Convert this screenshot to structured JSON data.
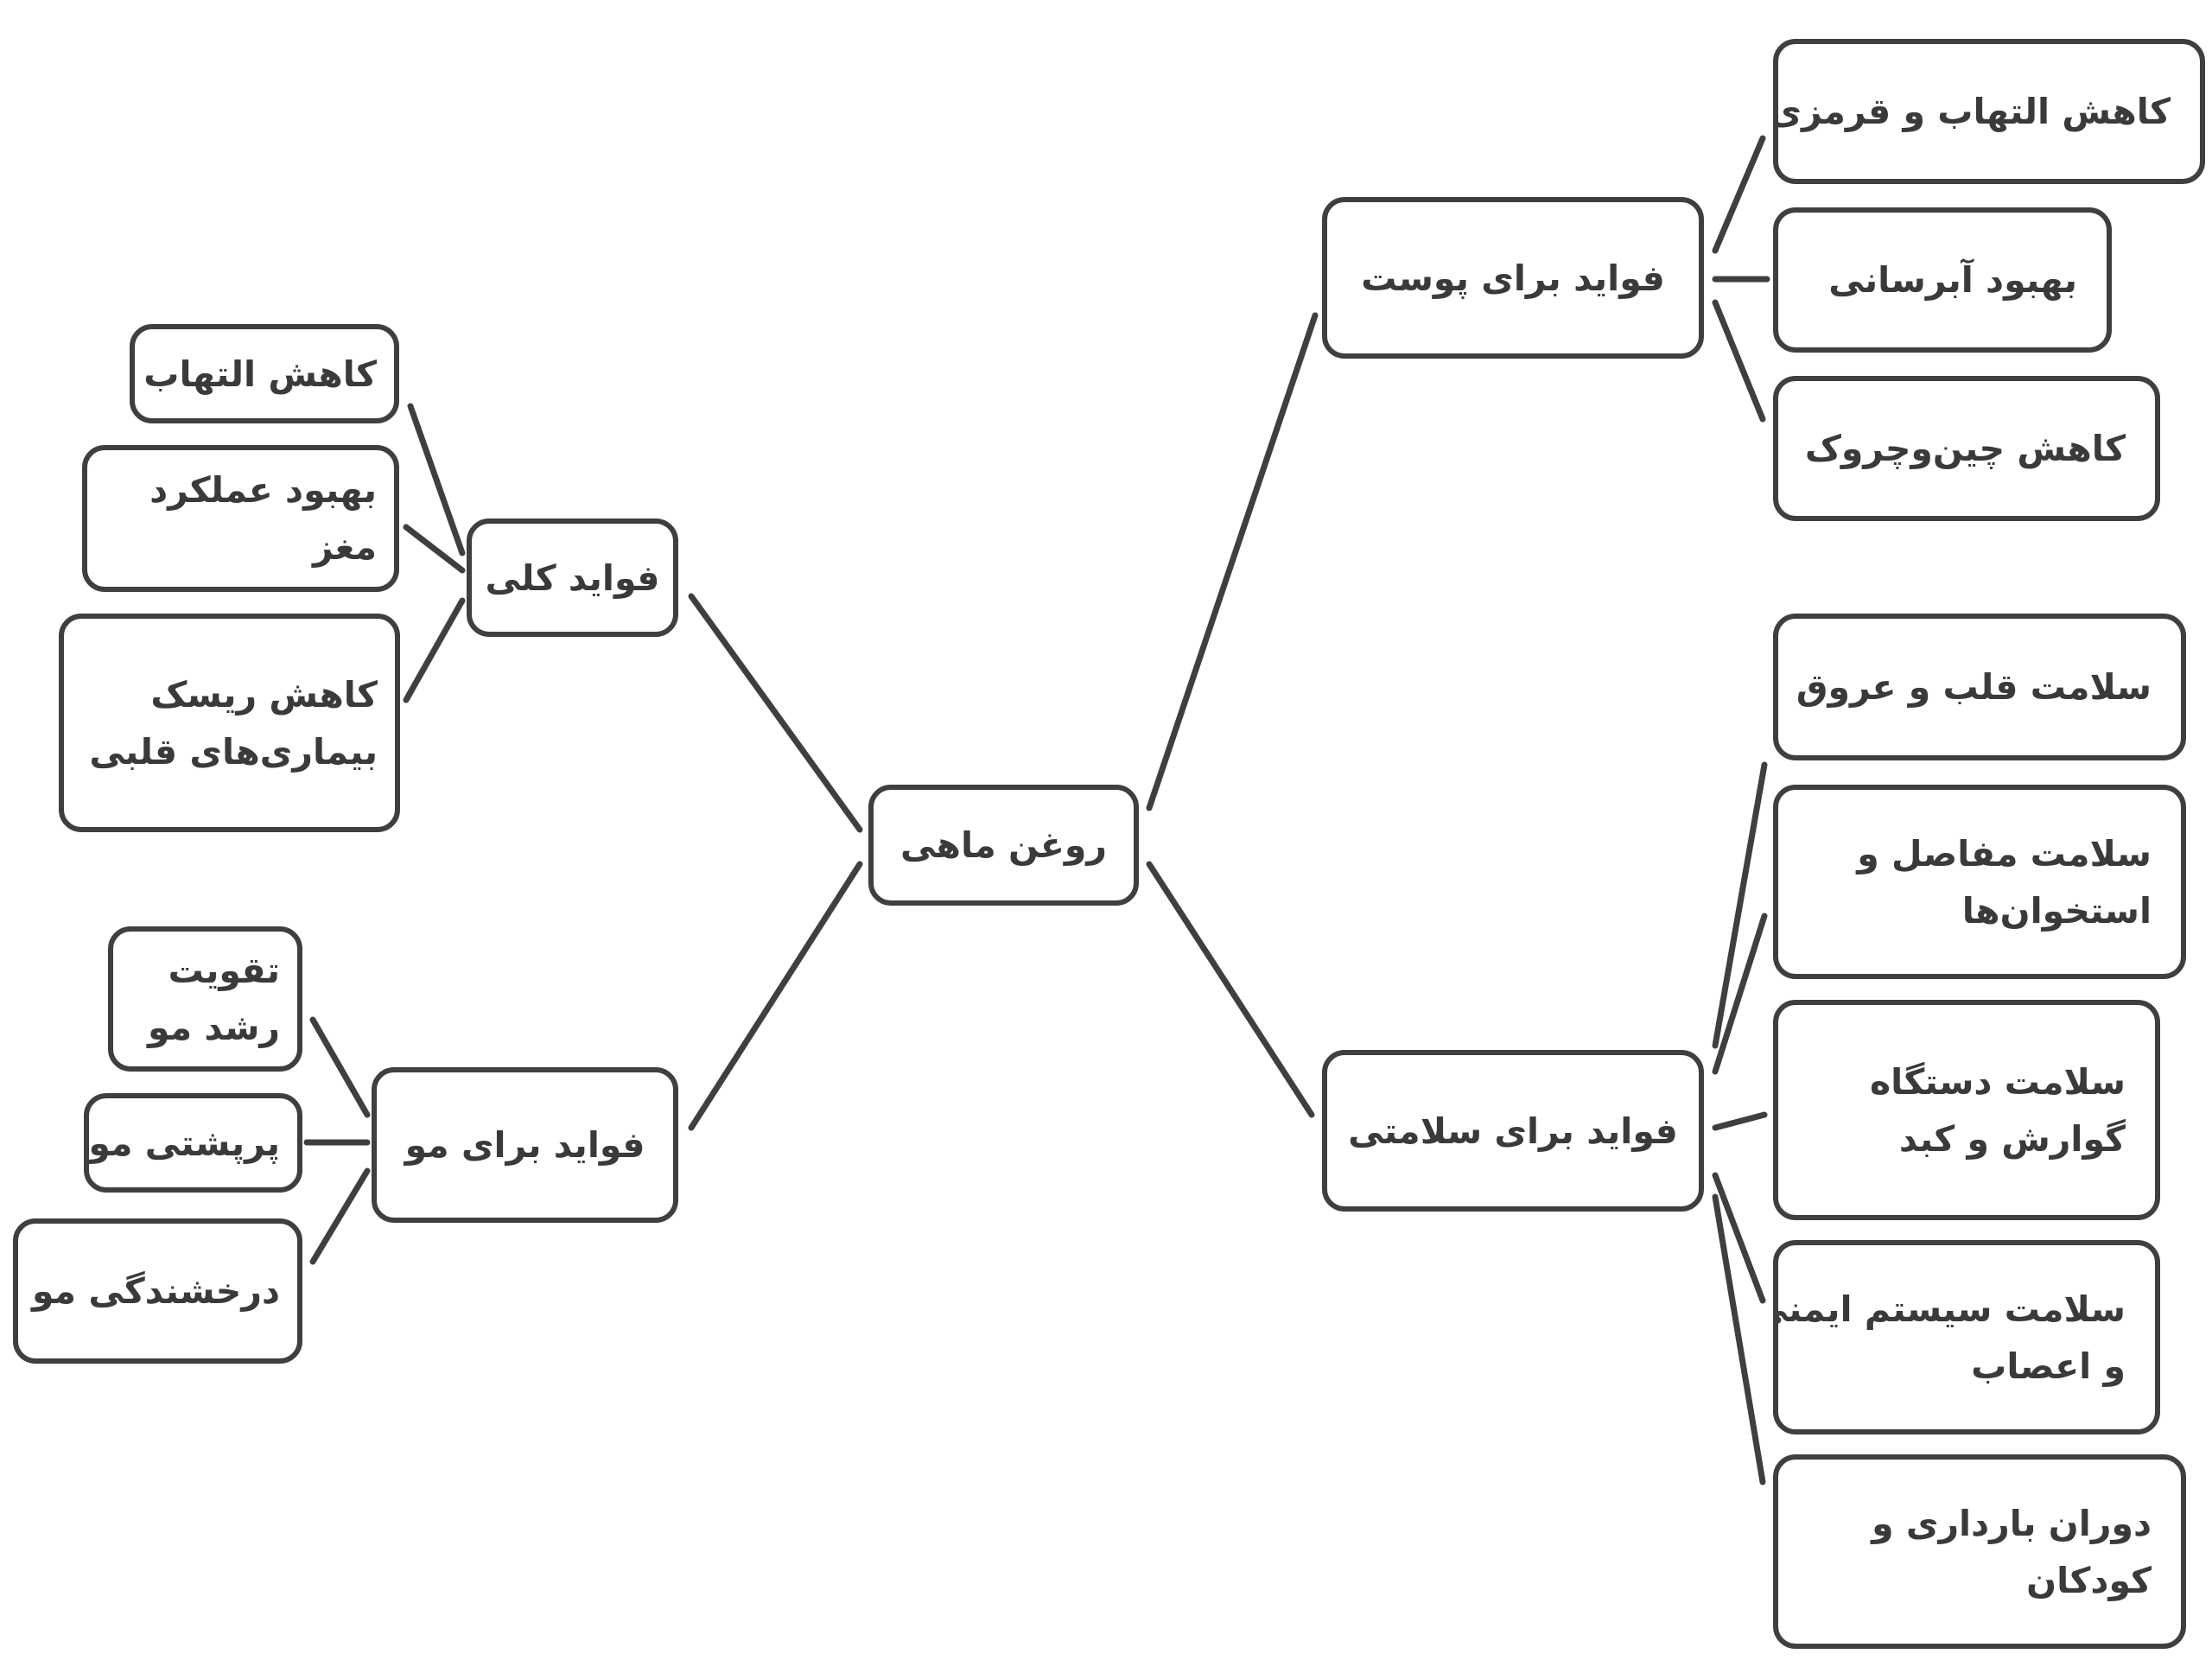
{
  "diagram": {
    "root": "روغن ماهی",
    "branches": {
      "skin": {
        "title": "فواید برای پوست",
        "items": [
          "کاهش التهاب و قرمزی",
          "بهبود آبرسانی",
          "کاهش چین‌وچروک"
        ]
      },
      "health": {
        "title": "فواید برای سلامتی",
        "items": [
          [
            "سلامت قلب و عروق"
          ],
          [
            "سلامت مفاصل و",
            "استخوان‌ها"
          ],
          [
            "سلامت دستگاه",
            "گوارش و کبد"
          ],
          [
            "سلامت سیستم ایمنی",
            "و اعصاب"
          ],
          [
            "دوران بارداری و",
            "کودکان"
          ]
        ]
      },
      "general": {
        "title": "فواید کلی",
        "items": [
          [
            "کاهش التهاب"
          ],
          [
            "بهبود عملکرد",
            "مغز"
          ],
          [
            "کاهش ریسک",
            "بیماری‌های قلبی"
          ]
        ]
      },
      "hair": {
        "title": "فواید برای مو",
        "items": [
          [
            "تقویت",
            "رشد مو"
          ],
          [
            "پرپشتی مو"
          ],
          [
            "درخشندگی مو"
          ]
        ]
      }
    },
    "colors": {
      "stroke": "#3f3f3f",
      "text": "#3a3a3a",
      "background": "#ffffff"
    }
  }
}
